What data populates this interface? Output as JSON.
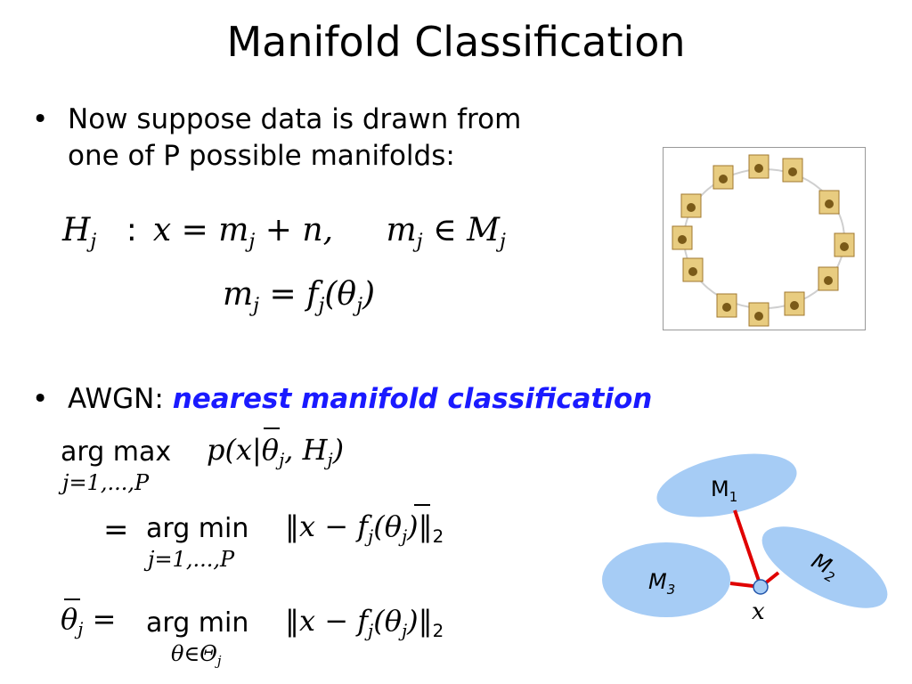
{
  "slide": {
    "title": "Manifold Classification",
    "bullet1_line1": "Now suppose data is drawn from",
    "bullet1_line2": "one of P possible manifolds:",
    "bullet2_prefix": "AWGN:",
    "bullet2_highlight": "nearest manifold classification"
  },
  "equations": {
    "eq1_H": "H",
    "eq1_j": "j",
    "eq1_colon": ":",
    "eq1_body": "x = m",
    "eq1_plus": " + n,",
    "eq1_m2": "m",
    "eq1_in": " ∈ M",
    "eq2_m": "m",
    "eq2_eq": " = f",
    "eq2_theta": "(θ",
    "eq2_close": ")",
    "argmax": "arg max",
    "argmax_sub": "j=1,...,P",
    "argmax_expr": "p(x|θ",
    "argmax_expr_tail": ", H",
    "argmax_close": ")",
    "argmin1_eq": "=",
    "argmin": "arg min",
    "argmin1_sub": "j=1,...,P",
    "argmin1_expr": "‖x − f",
    "argmin1_theta": "(θ",
    "argmin1_close": ")‖",
    "norm_sub": "2",
    "theta_hat": "θ",
    "theta_eq": " =",
    "argmin2_sub": "θ∈Θ",
    "argmin2_expr": "‖x − f",
    "argmin2_theta": "(θ",
    "argmin2_close": ")‖"
  },
  "diagram": {
    "m1_label": "M",
    "m1_sub": "1",
    "m2_label": "M",
    "m2_sub": "2",
    "m3_label": "M",
    "m3_sub": "3",
    "x_label": "x",
    "ellipse_color": "#a6ccf5",
    "line_color": "#e00000"
  }
}
